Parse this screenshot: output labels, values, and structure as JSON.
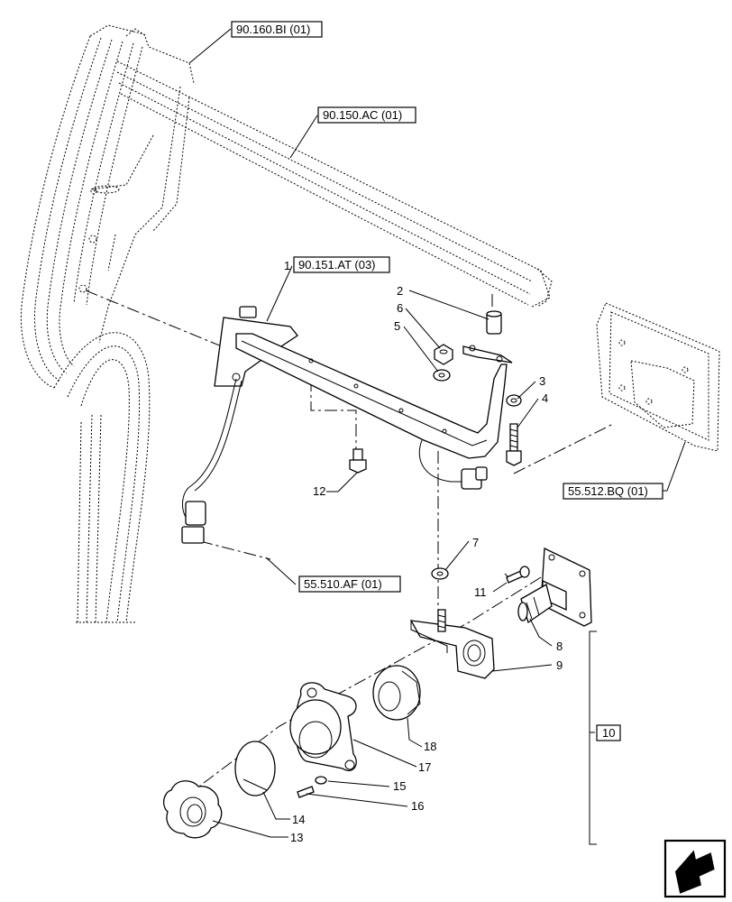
{
  "references": [
    {
      "id": "ref-90-160-bi",
      "text": "90.160.BI (01)"
    },
    {
      "id": "ref-90-150-ac",
      "text": "90.150.AC (01)"
    },
    {
      "id": "ref-90-151-at",
      "text": "90.151.AT (03)"
    },
    {
      "id": "ref-55-512-bq",
      "text": "55.512.BQ (01)"
    },
    {
      "id": "ref-55-510-af",
      "text": "55.510.AF (01)"
    },
    {
      "id": "ref-assembly-10",
      "text": "10"
    }
  ],
  "callouts": [
    "1",
    "2",
    "3",
    "4",
    "5",
    "6",
    "7",
    "8",
    "9",
    "11",
    "12",
    "13",
    "14",
    "15",
    "16",
    "17",
    "18"
  ],
  "nav_icon": "next-page-arrow-icon"
}
